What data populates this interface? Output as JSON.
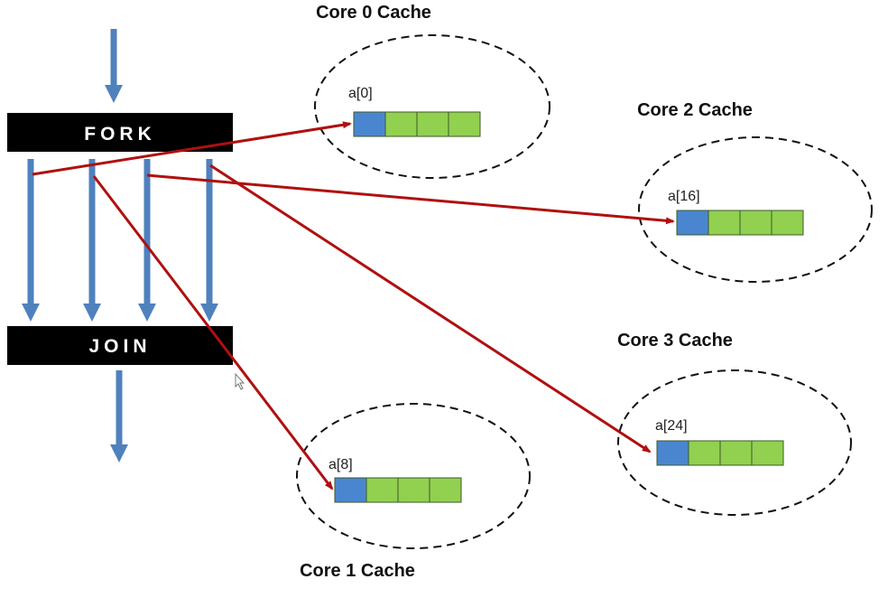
{
  "diagram": {
    "type": "fork-join-cache",
    "fork_label": "FORK",
    "join_label": "JOIN",
    "thread_count": 4,
    "colors": {
      "flow_arrow": "#4f81bd",
      "pointer_arrow": "#b01010",
      "bar": "#000000",
      "first_element": "#4a86d0",
      "other_elements": "#92d050",
      "cache_outline": "#111111"
    },
    "caches": [
      {
        "title": "Core 0 Cache",
        "element_label": "a[0]",
        "line_slots": 4,
        "thread": 0
      },
      {
        "title": "Core 1 Cache",
        "element_label": "a[8]",
        "line_slots": 4,
        "thread": 1
      },
      {
        "title": "Core 2 Cache",
        "element_label": "a[16]",
        "line_slots": 4,
        "thread": 2
      },
      {
        "title": "Core 3 Cache",
        "element_label": "a[24]",
        "line_slots": 4,
        "thread": 3
      }
    ]
  }
}
